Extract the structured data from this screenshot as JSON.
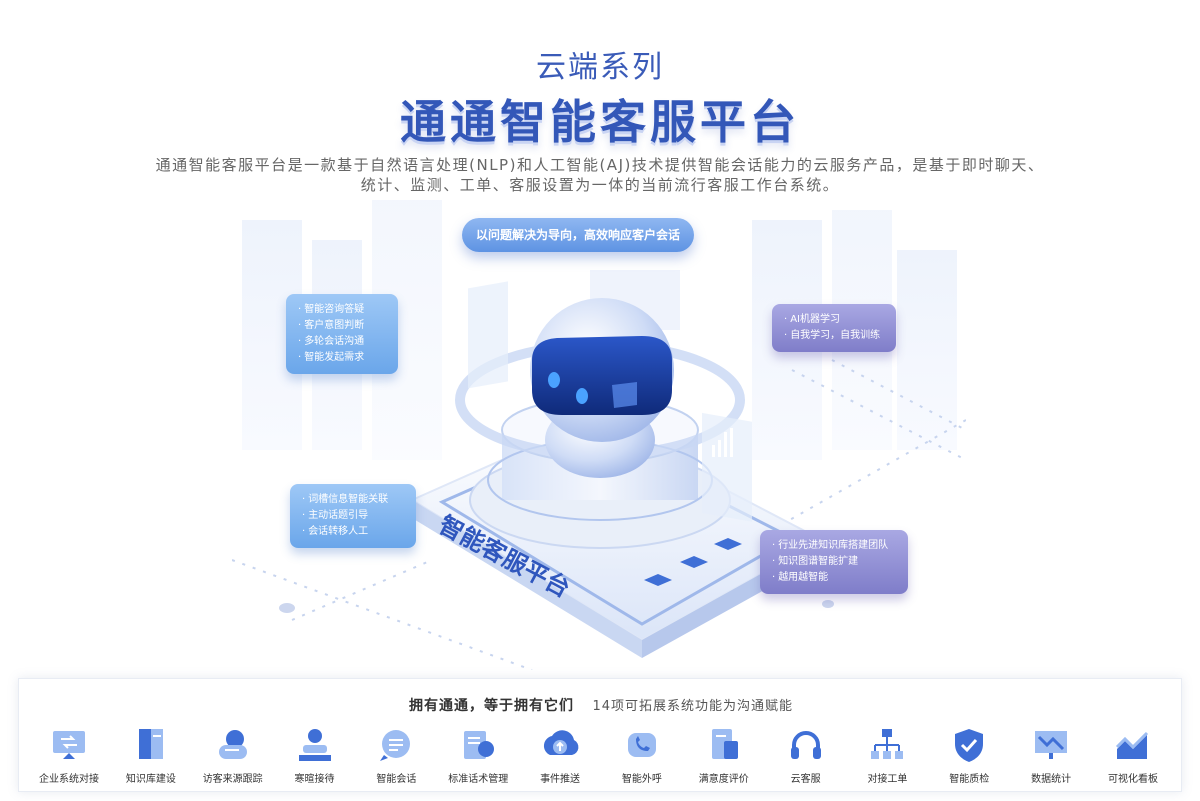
{
  "header": {
    "series": "云端系列",
    "title": "通通智能客服平台",
    "description": "通通智能客服平台是一款基于自然语言处理(NLP)和人工智能(AJ)技术提供智能会话能力的云服务产品，是基于即时聊天、统计、监测、工单、客服设置为一体的当前流行客服工作台系统。"
  },
  "illustration": {
    "top_bubble": "以问题解决为导向，高效响应客户会话",
    "platform_label": "智能客服平台",
    "left_top_bubble": [
      "智能咨询答疑",
      "客户意图判断",
      "多轮会话沟通",
      "智能发起需求"
    ],
    "left_bottom_bubble": [
      "词槽信息智能关联",
      "主动话题引导",
      "会话转移人工"
    ],
    "right_top_bubble": [
      "AI机器学习",
      "自我学习，自我训练"
    ],
    "right_bottom_bubble": [
      "行业先进知识库搭建团队",
      "知识图谱智能扩建",
      "越用越智能"
    ]
  },
  "bottom": {
    "heading_strong": "拥有通通，等于拥有它们",
    "heading_sub": "14项可拓展系统功能为沟通赋能",
    "features": [
      {
        "label": "企业系统对接",
        "icon": "system-connect-icon"
      },
      {
        "label": "知识库建设",
        "icon": "knowledge-base-icon"
      },
      {
        "label": "访客来源跟踪",
        "icon": "visitor-tracking-icon"
      },
      {
        "label": "寒暄接待",
        "icon": "greeting-icon"
      },
      {
        "label": "智能会话",
        "icon": "smart-chat-icon"
      },
      {
        "label": "标准话术管理",
        "icon": "script-management-icon"
      },
      {
        "label": "事件推送",
        "icon": "event-push-icon"
      },
      {
        "label": "智能外呼",
        "icon": "outbound-call-icon"
      },
      {
        "label": "满意度评价",
        "icon": "satisfaction-icon"
      },
      {
        "label": "云客服",
        "icon": "headset-icon"
      },
      {
        "label": "对接工单",
        "icon": "ticket-icon"
      },
      {
        "label": "智能质检",
        "icon": "quality-check-icon"
      },
      {
        "label": "数据统计",
        "icon": "statistics-icon"
      },
      {
        "label": "可视化看板",
        "icon": "dashboard-chart-icon"
      }
    ]
  },
  "colors": {
    "title_blue": "#3357b8",
    "bubble_blue": "#6aa6ea",
    "bubble_purple": "#7f7dc9",
    "icon_blue": "#3f6fd6"
  }
}
